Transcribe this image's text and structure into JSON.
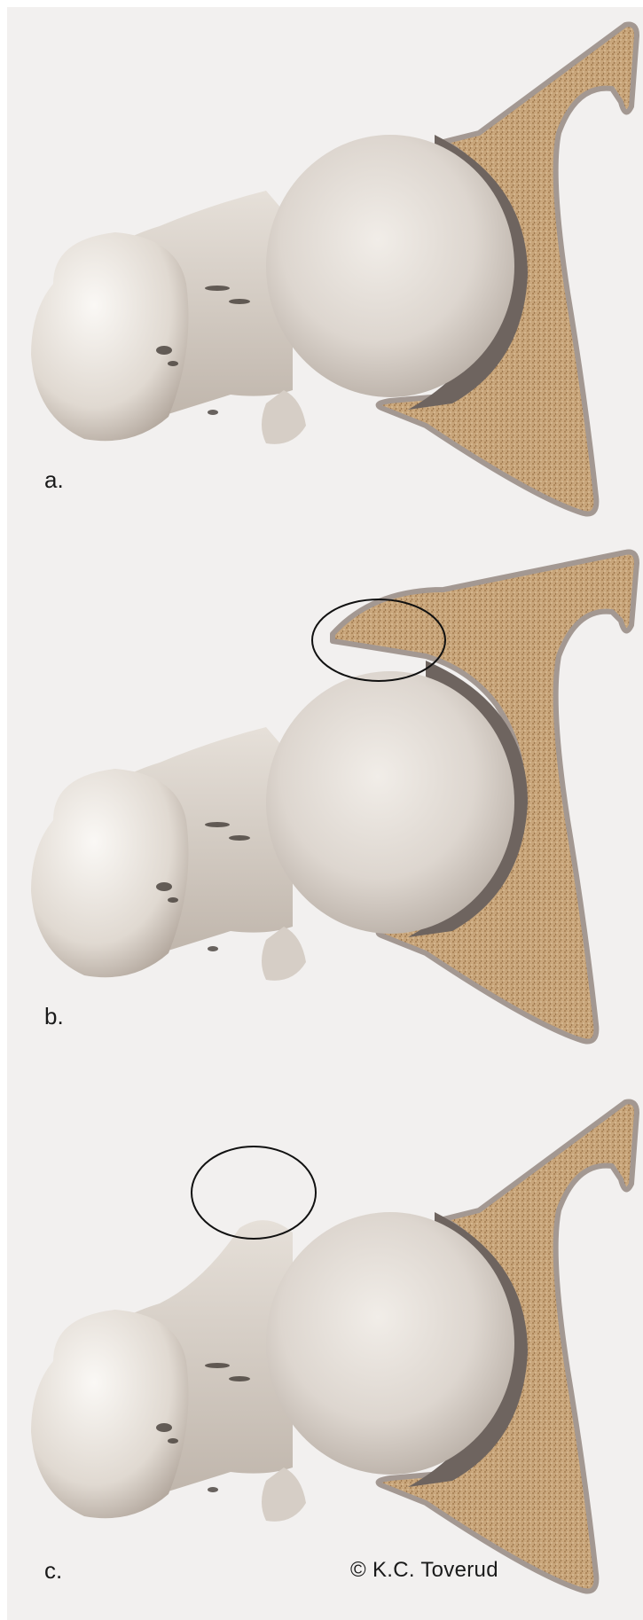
{
  "panels": [
    {
      "label": "a.",
      "highlight": "none"
    },
    {
      "label": "b.",
      "highlight": "acetabular-rim"
    },
    {
      "label": "c.",
      "highlight": "femoral-head-neck-junction"
    }
  ],
  "credit": "© K.C. Toverud",
  "colors": {
    "background": "#f2f0ef",
    "bone_light": "#e4ddd6",
    "bone_shadow": "#a89e95",
    "cartilage": "#6e645f",
    "pelvis_fill": "#c49a6c",
    "pelvis_outline": "#a39892"
  }
}
